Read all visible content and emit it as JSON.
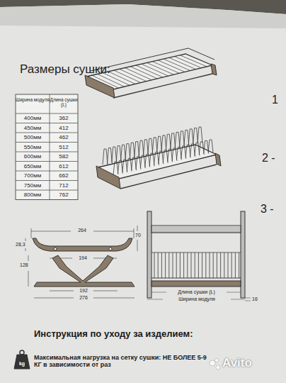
{
  "diagram": {
    "title": "Размеры сушки:",
    "labels": [
      "Ширина модуля",
      "Длина сушки (L)",
      "400мм",
      "362",
      "450мм",
      "412",
      "500мм",
      "462",
      "550мм",
      "512",
      "600мм",
      "582",
      "650мм",
      "612",
      "700мм",
      "662",
      "750мм",
      "712",
      "800мм",
      "762",
      "264",
      "28,3",
      "70",
      "194",
      "128",
      "192",
      "276",
      "Длина сушки (L)",
      "Ширина модуля",
      "16",
      "Инструкция по уходу за изделием:",
      "kg",
      "Максимальная нагрузка на сетку сушки: НЕ БОЛЕЕ 5-9 КГ в зависимости от раз",
      "Avito",
      "1",
      "2 -",
      "3 -"
    ]
  }
}
